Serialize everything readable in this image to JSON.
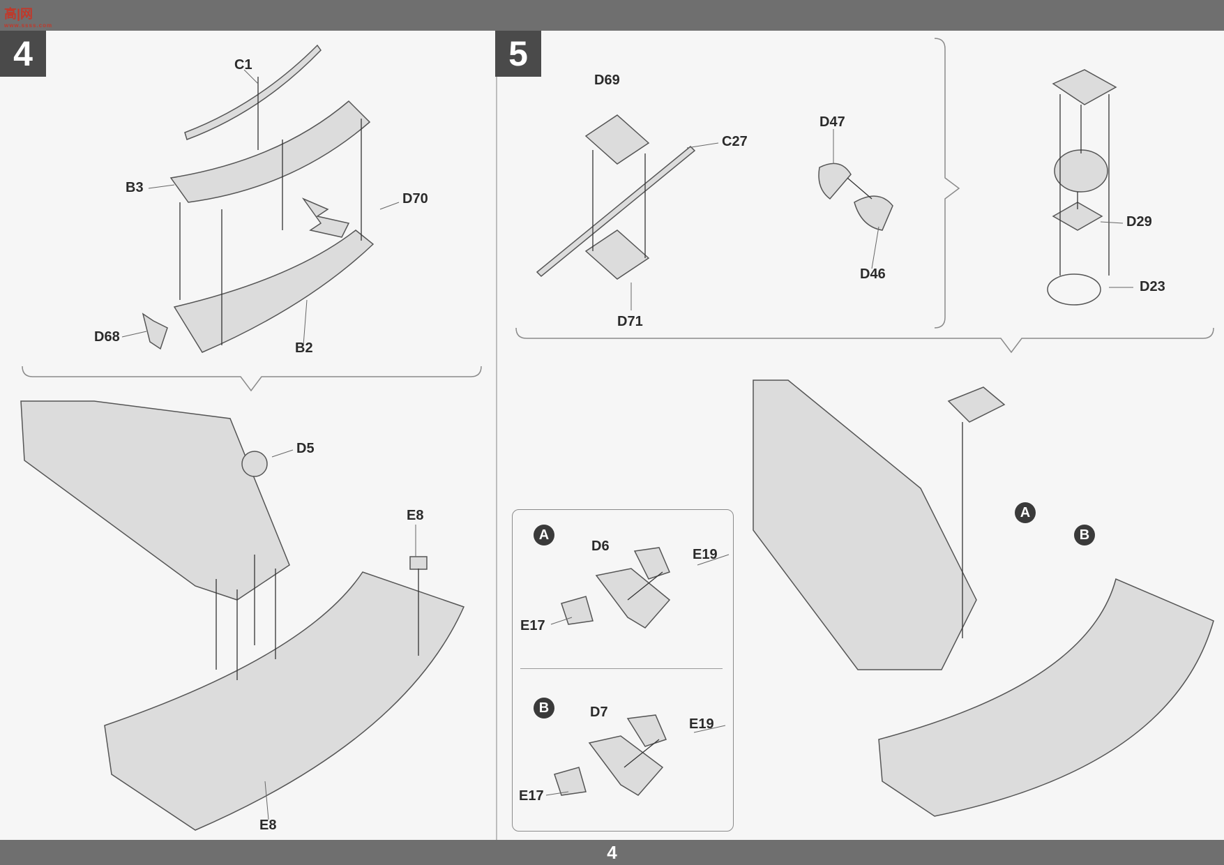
{
  "page": {
    "number": "4"
  },
  "watermark": {
    "text": "高|网",
    "subtext": "www.ssss.com"
  },
  "step4": {
    "badge": "4",
    "labels": {
      "c1": "C1",
      "b3": "B3",
      "d70": "D70",
      "d68": "D68",
      "b2": "B2",
      "d5": "D5",
      "e8_top": "E8",
      "e8_bottom": "E8"
    }
  },
  "step5": {
    "badge": "5",
    "labels": {
      "d69": "D69",
      "c27": "C27",
      "d71": "D71",
      "d47": "D47",
      "d46": "D46",
      "d29": "D29",
      "d23": "D23"
    },
    "callouts": {
      "a": "A",
      "b": "B"
    },
    "inset_a": {
      "badge": "A",
      "d6": "D6",
      "e19": "E19",
      "e17": "E17"
    },
    "inset_b": {
      "badge": "B",
      "d7": "D7",
      "e19": "E19",
      "e17": "E17"
    }
  },
  "colors": {
    "bar": "#6f6f6f",
    "badge": "#4a4a4a",
    "part_fill": "#d9d9d9",
    "part_dark": "#8c8c8c"
  }
}
